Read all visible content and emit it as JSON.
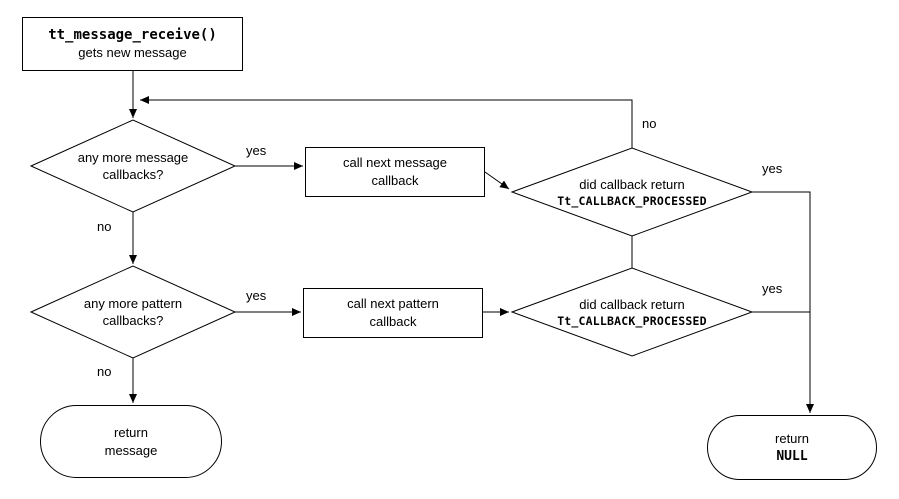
{
  "diagram": {
    "start": {
      "line1": "tt_message_receive()",
      "line2": "gets new message"
    },
    "decision_message": {
      "line1": "any more message",
      "line2": "callbacks?"
    },
    "process_message": {
      "line1": "call next message",
      "line2": "callback"
    },
    "decision_msg_processed": {
      "line1": "did callback return",
      "line2": "Tt_CALLBACK_PROCESSED"
    },
    "decision_pattern": {
      "line1": "any more pattern",
      "line2": "callbacks?"
    },
    "process_pattern": {
      "line1": "call next pattern",
      "line2": "callback"
    },
    "decision_pat_processed": {
      "line1": "did callback return",
      "line2": "Tt_CALLBACK_PROCESSED"
    },
    "terminal_message": {
      "line1": "return",
      "line2": "message"
    },
    "terminal_null": {
      "line1": "return",
      "line2": "NULL"
    },
    "labels": {
      "message_yes": "yes",
      "message_no": "no",
      "loop_no": "no",
      "msg_processed_yes": "yes",
      "pattern_yes": "yes",
      "pattern_no": "no",
      "pat_processed_yes": "yes"
    },
    "colors": {
      "stroke": "#000000",
      "background": "#ffffff"
    }
  }
}
